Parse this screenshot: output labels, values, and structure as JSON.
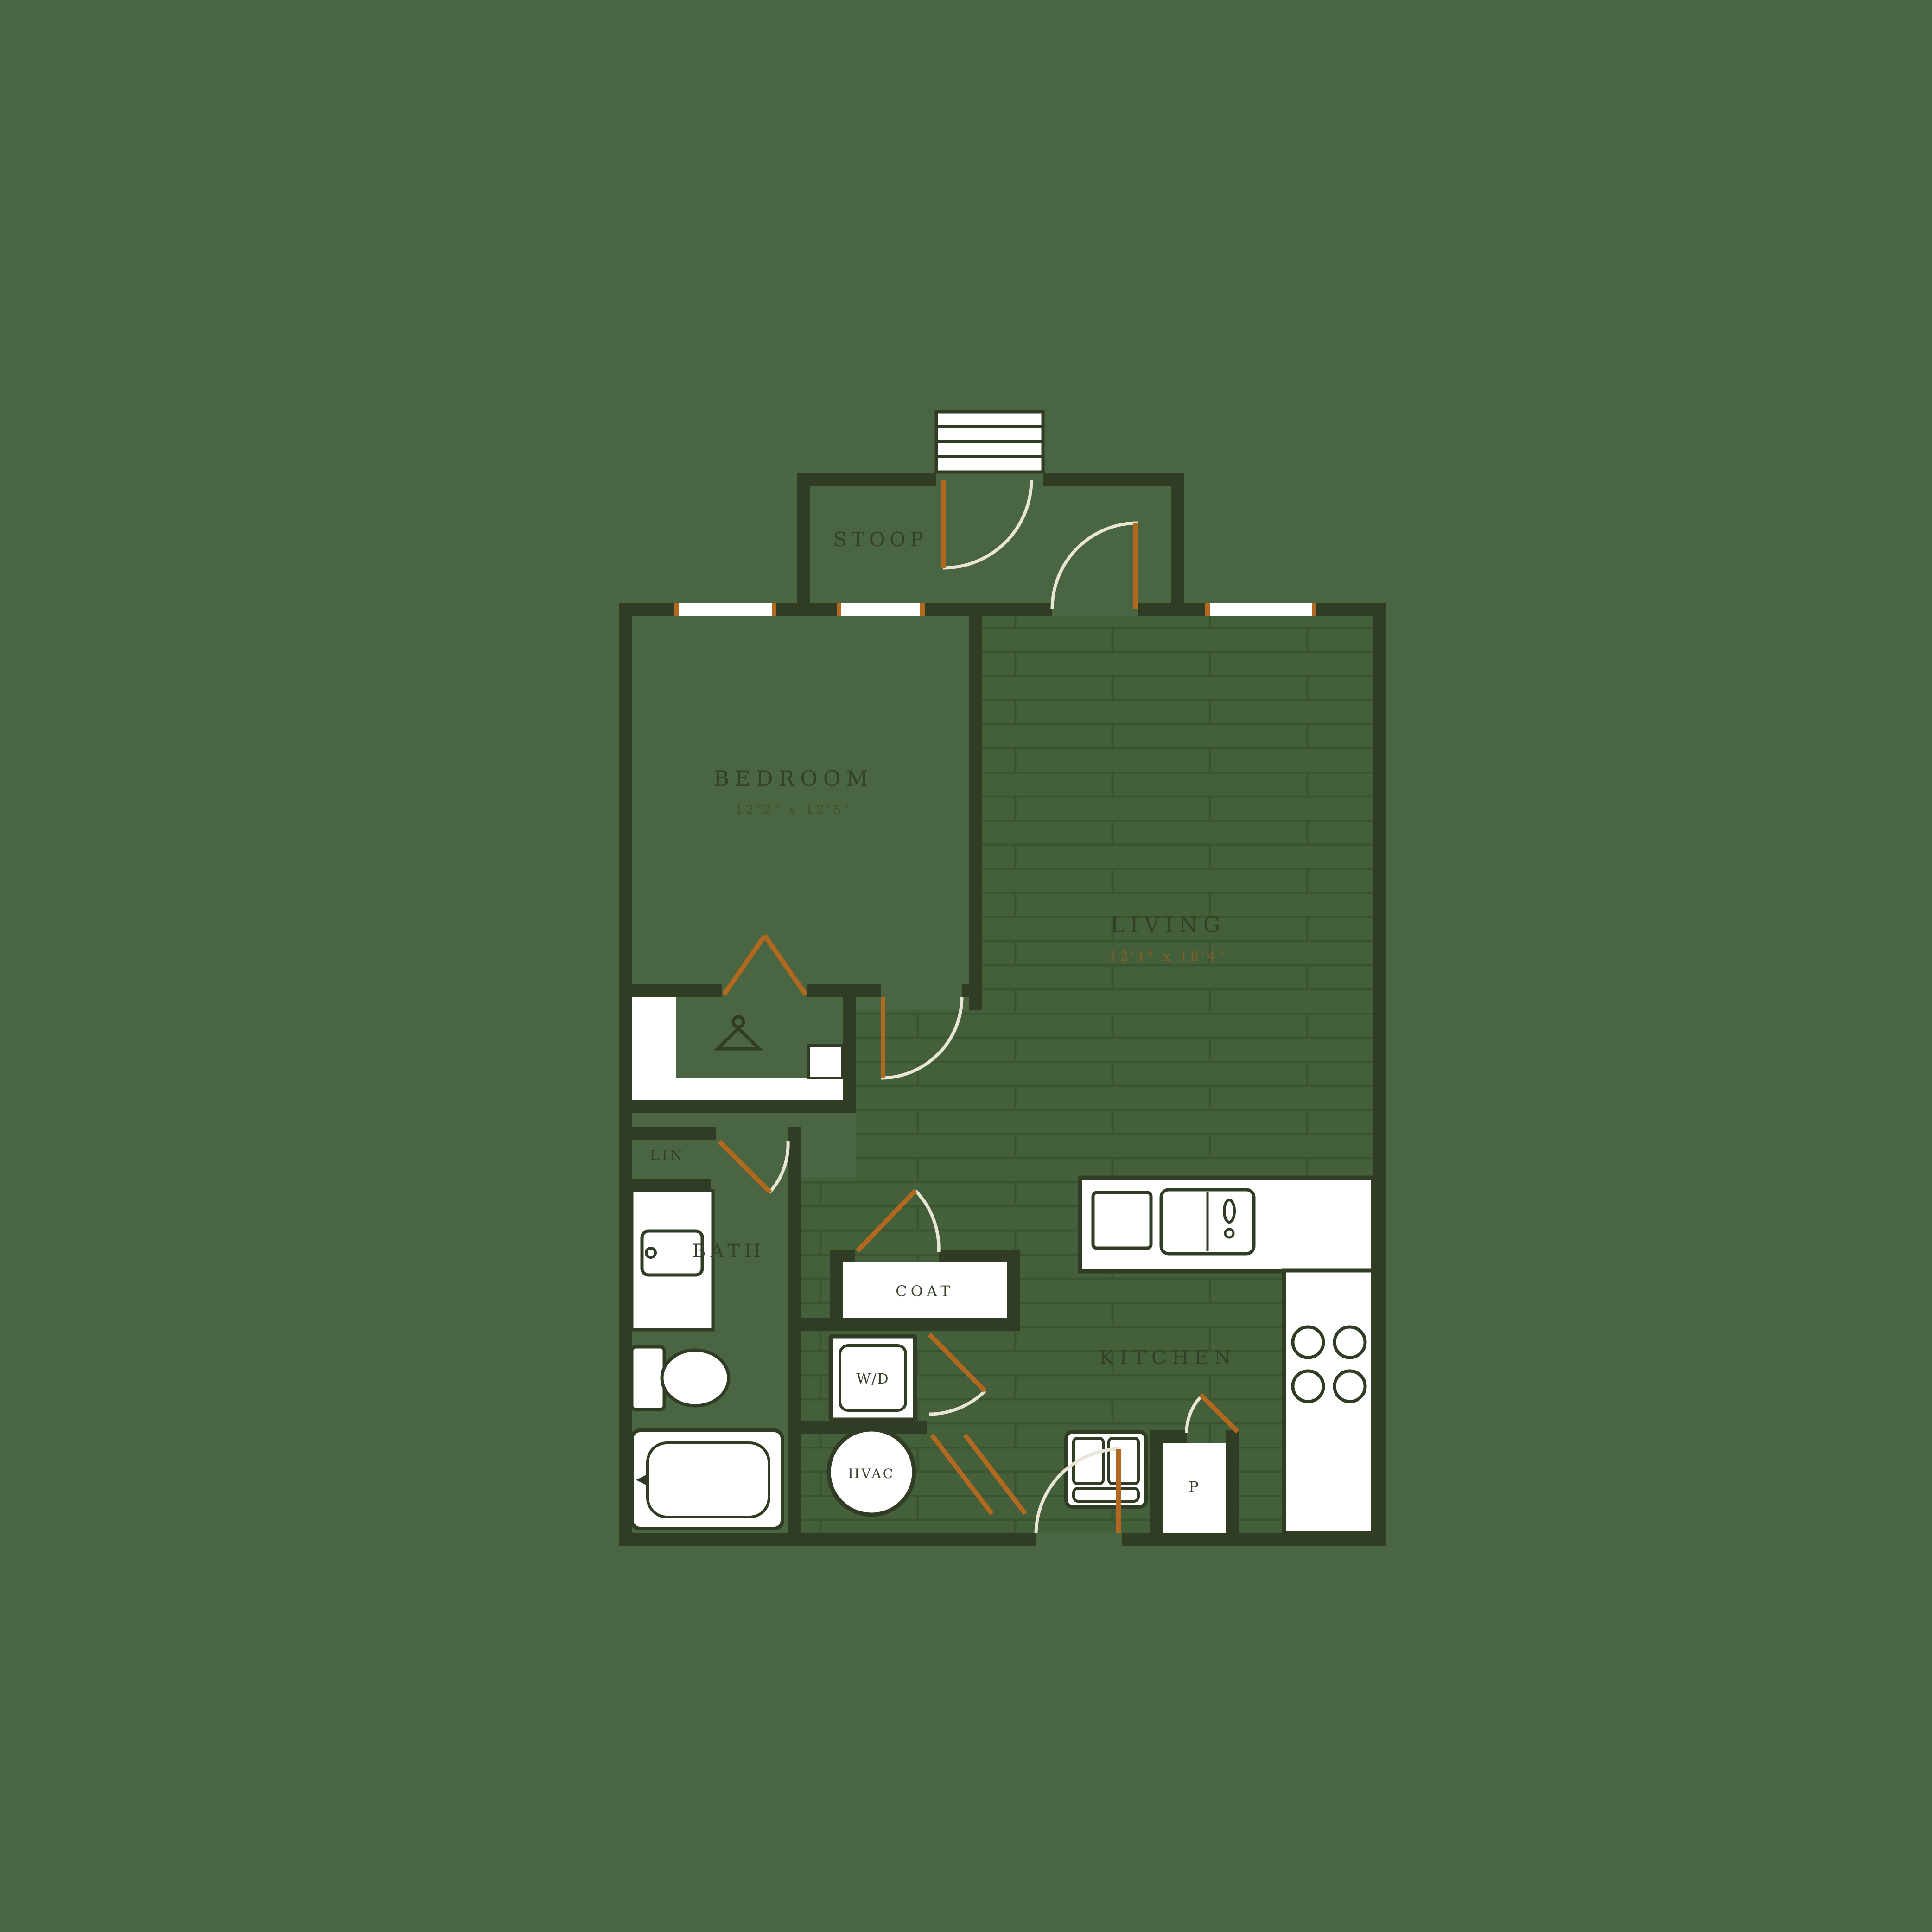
{
  "colors": {
    "background": "#4a6541",
    "wall": "#303c24",
    "floor_plank": "#44603b",
    "plank_line": "#3a5331",
    "door_accent": "#b2681f",
    "arc": "#e9e6d6",
    "fixture_fill": "#ffffff",
    "label": "#333f26",
    "dims_bedroom": "#424d2a",
    "dims_living": "#8a5c26"
  },
  "rooms": {
    "stoop": {
      "label": "STOOP"
    },
    "bedroom": {
      "label": "BEDROOM",
      "dims": "12'2\" x 12'5\""
    },
    "living": {
      "label": "LIVING",
      "dims": "12'1\" x 18'4\""
    },
    "bath": {
      "label": "BATH"
    },
    "lin": {
      "label": "LIN"
    },
    "coat": {
      "label": "COAT"
    },
    "wd": {
      "label": "W/D"
    },
    "hvac": {
      "label": "HVAC"
    },
    "kitchen": {
      "label": "KITCHEN"
    },
    "pantry": {
      "label": "P"
    }
  }
}
